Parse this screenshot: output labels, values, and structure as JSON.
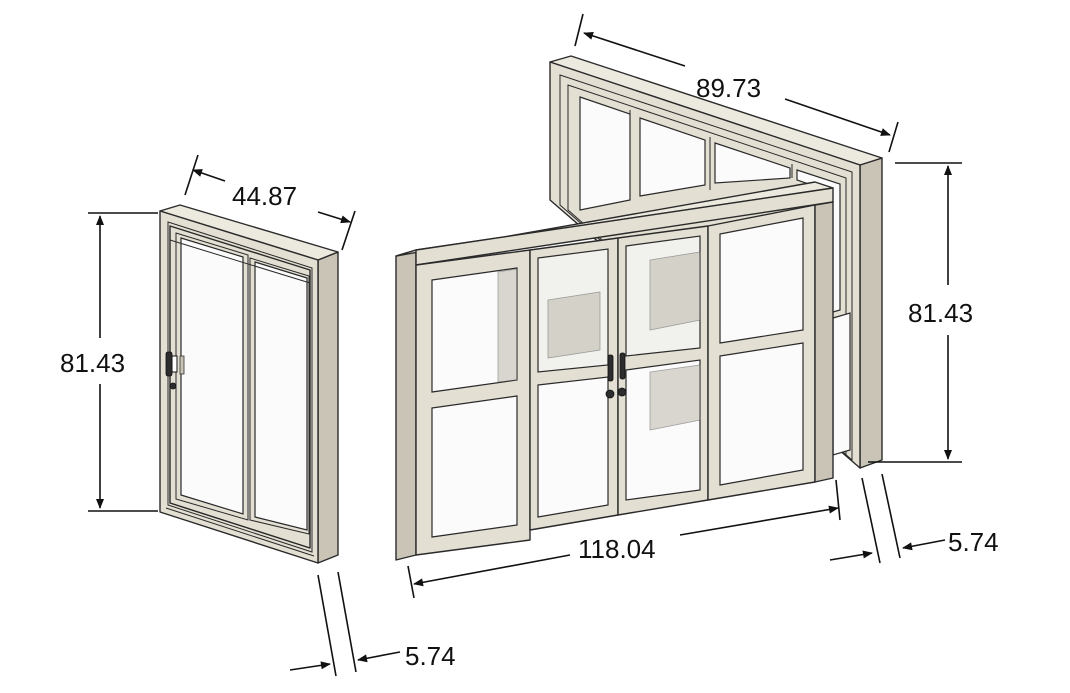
{
  "dimensions": {
    "sliding_door_width": "44.87",
    "sliding_door_height": "81.43",
    "sliding_door_depth": "5.74",
    "french_door_width": "89.73",
    "french_door_height": "81.43",
    "french_door_depth": "5.74",
    "french_door_open_span": "118.04"
  },
  "colors": {
    "frame": "#e3dfd3",
    "outline": "#2a2a2a",
    "glass": "#fbfbfb",
    "background": "#ffffff"
  }
}
